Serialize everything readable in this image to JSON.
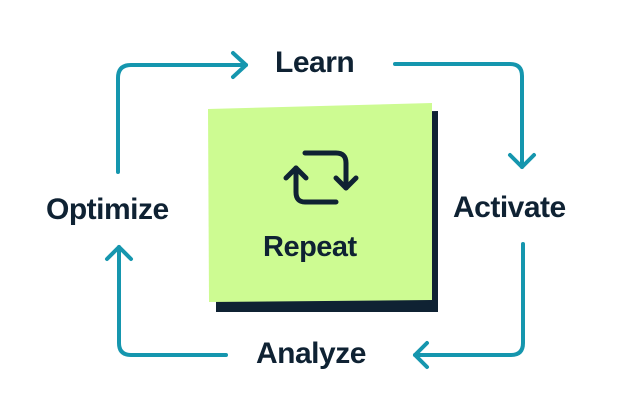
{
  "diagram": {
    "title": "Learn-Activate-Analyze-Optimize cycle",
    "center": {
      "label": "Repeat",
      "icon": "repeat-icon"
    },
    "steps": [
      {
        "label": "Learn",
        "position": "top"
      },
      {
        "label": "Activate",
        "position": "right"
      },
      {
        "label": "Analyze",
        "position": "bottom"
      },
      {
        "label": "Optimize",
        "position": "left"
      }
    ],
    "flow": [
      "Optimize",
      "Learn",
      "Activate",
      "Analyze",
      "Optimize"
    ],
    "colors": {
      "arrow": "#1596ae",
      "text": "#0f2233",
      "center_fill": "#cdfb92",
      "center_shadow": "#0f2233",
      "background": "#ffffff"
    }
  }
}
